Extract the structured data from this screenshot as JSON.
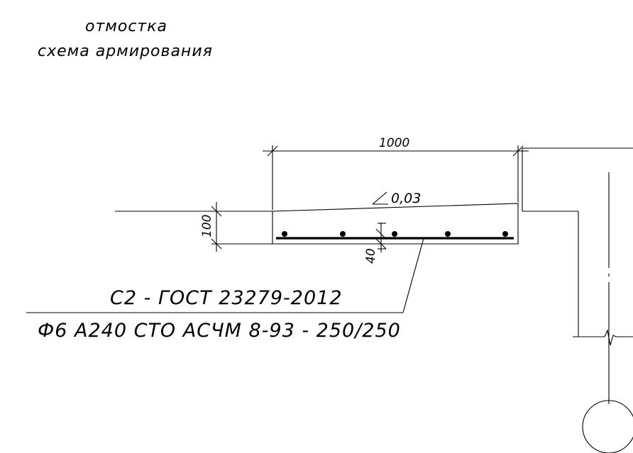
{
  "title": {
    "line1": "отмостка",
    "line2": "схема армирования"
  },
  "dimensions": {
    "width": "1000",
    "slope": "0,03",
    "thickness": "100",
    "cover": "40"
  },
  "callout": {
    "mesh": "С2 - ГОСТ 23279-2012",
    "rebar": "Ф6 А240 СТО АСЧМ 8-93 - 250/250"
  },
  "colors": {
    "line": "#000000",
    "background": "#ffffff"
  }
}
